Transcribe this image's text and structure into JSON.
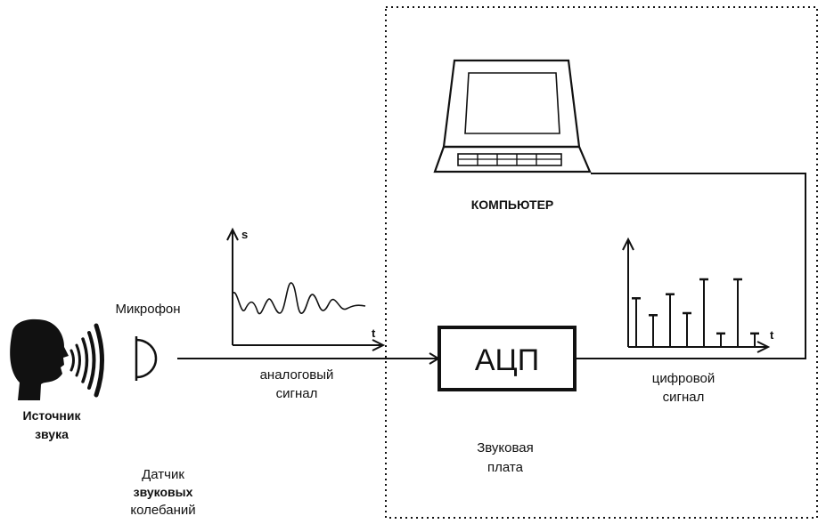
{
  "labels": {
    "source_line1": "Источник",
    "source_line2": "звука",
    "microphone": "Микрофон",
    "sensor_line1": "Датчик",
    "sensor_line2": "звуковых",
    "sensor_line3": "колебаний",
    "analog_line1": "аналоговый",
    "analog_line2": "сигнал",
    "adc": "АЦП",
    "digital_line1": "цифровой",
    "digital_line2": "сигнал",
    "sound_card_line1": "Звуковая",
    "sound_card_line2": "плата",
    "computer": "КОМПЬЮТЕР"
  },
  "axes": {
    "analog_y": "s",
    "analog_x": "t",
    "digital_x": "t"
  },
  "digital_samples": [
    0.72,
    0.47,
    0.78,
    0.5,
    1.0,
    0.2,
    1.0,
    0.2
  ]
}
